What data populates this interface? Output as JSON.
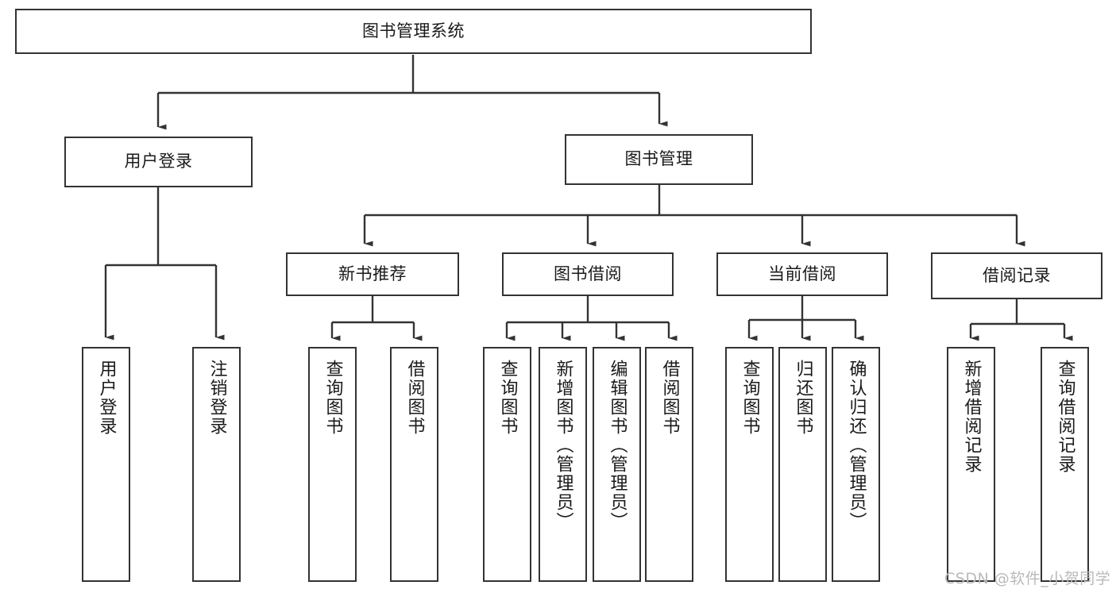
{
  "diagram": {
    "title": "图书管理系统",
    "type": "tree-diagram",
    "colors": {
      "box_border": "#333333",
      "box_fill": "#ffffff",
      "edge": "#333333",
      "text": "#1a1a1a",
      "background": "#ffffff",
      "watermark": "#b9b9b9"
    },
    "root": {
      "label": "图书管理系统"
    },
    "level2": [
      {
        "label": "用户登录"
      },
      {
        "label": "图书管理"
      }
    ],
    "level3": [
      {
        "label": "新书推荐"
      },
      {
        "label": "图书借阅"
      },
      {
        "label": "当前借阅"
      },
      {
        "label": "借阅记录"
      }
    ],
    "leaves": {
      "user_login": [
        {
          "label": "用户登录"
        },
        {
          "label": "注销登录"
        }
      ],
      "new_book_recommend": [
        {
          "label": "查询图书"
        },
        {
          "label": "借阅图书"
        }
      ],
      "book_borrow": [
        {
          "label": "查询图书"
        },
        {
          "label": "新增图书（管理员）"
        },
        {
          "label": "编辑图书（管理员）"
        },
        {
          "label": "借阅图书"
        }
      ],
      "current_borrow": [
        {
          "label": "查询图书"
        },
        {
          "label": "归还图书"
        },
        {
          "label": "确认归还（管理员）"
        }
      ],
      "borrow_record": [
        {
          "label": "新增借阅记录"
        },
        {
          "label": "查询借阅记录"
        }
      ]
    }
  },
  "watermark": {
    "text": "CSDN @软件_小贺同学"
  }
}
